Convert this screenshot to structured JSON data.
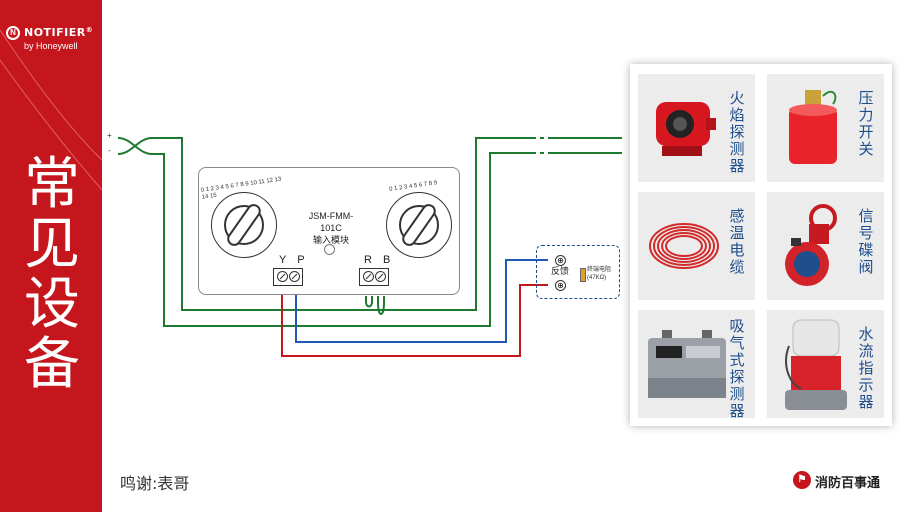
{
  "brand": {
    "mark": "N",
    "name": "NOTIFIER",
    "registered": "®",
    "sub": "by Honeywell"
  },
  "sidebar": {
    "title": "常见设备"
  },
  "credit": "鸣谢:表哥",
  "diagram": {
    "wire_plus": "+",
    "wire_minus": "-",
    "module": {
      "model": "JSM-FMM-101C",
      "name": "输入模块",
      "dial_left_numbers": "0 1 2 3 4 5 6 7 8 9 10 11 12 13 14 15",
      "dial_right_numbers": "0 1 2 3 4 5 6 7 8 9",
      "terminal_left": "Y P",
      "terminal_right": "R B"
    },
    "feedback": {
      "label": "反馈",
      "resistor_note_1": "终端电阻",
      "resistor_note_2": "(47KΩ)"
    },
    "colors": {
      "green": "#1e7a2e",
      "blue": "#1f5bb5",
      "red": "#c4161c"
    }
  },
  "devices": [
    {
      "label": "火焰探测器",
      "icon": "flame-detector-icon"
    },
    {
      "label": "压力开关",
      "icon": "pressure-switch-icon"
    },
    {
      "label": "感温电缆",
      "icon": "heat-cable-icon"
    },
    {
      "label": "信号碟阀",
      "icon": "butterfly-valve-icon"
    },
    {
      "label": "吸气式探测器",
      "icon": "aspirating-detector-icon"
    },
    {
      "label": "水流指示器",
      "icon": "water-flow-indicator-icon"
    }
  ],
  "footer": {
    "icon": "⚑",
    "text": "消防百事通"
  }
}
